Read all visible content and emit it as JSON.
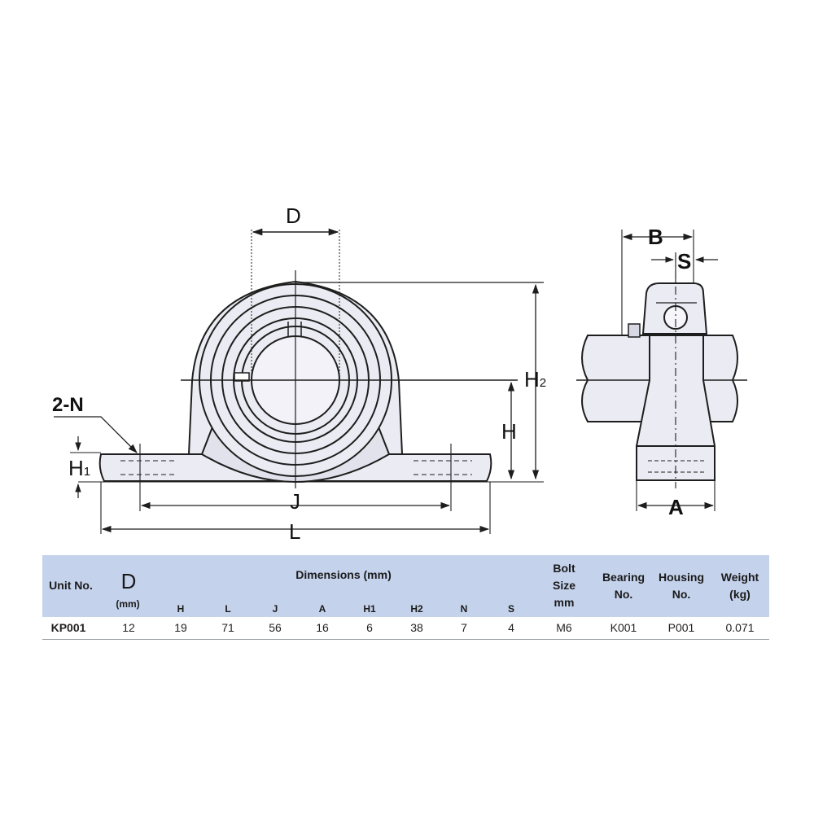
{
  "diagram": {
    "front_view_labels": {
      "D": "D",
      "two_n": "2-N",
      "H1_main": "H",
      "H1_sub": "1",
      "J": "J",
      "L": "L",
      "H": "H",
      "H2_main": "H",
      "H2_sub": "2"
    },
    "side_view_labels": {
      "B": "B",
      "S": "S",
      "A": "A"
    },
    "colors": {
      "background": "#ffffff",
      "body_fill": "#ebebf3",
      "outline": "#1e1e1e",
      "table_header": "#c4d2ec"
    }
  },
  "table": {
    "headers": {
      "unit_no": "Unit No.",
      "d_symbol": "D",
      "d_unit": "(mm)",
      "dimensions_group": "Dimensions (mm)",
      "dim_cols": [
        "H",
        "L",
        "J",
        "A",
        "H1",
        "H2",
        "N",
        "S"
      ],
      "bolt_size": [
        "Bolt",
        "Size",
        "mm"
      ],
      "bearing_no": [
        "Bearing",
        "No."
      ],
      "housing_no": [
        "Housing",
        "No."
      ],
      "weight": [
        "Weight",
        "(kg)"
      ]
    },
    "rows": [
      {
        "unit_no": "KP001",
        "d": "12",
        "dims": [
          "19",
          "71",
          "56",
          "16",
          "6",
          "38",
          "7",
          "4"
        ],
        "bolt_size": "M6",
        "bearing_no": "K001",
        "housing_no": "P001",
        "weight": "0.071"
      }
    ]
  }
}
